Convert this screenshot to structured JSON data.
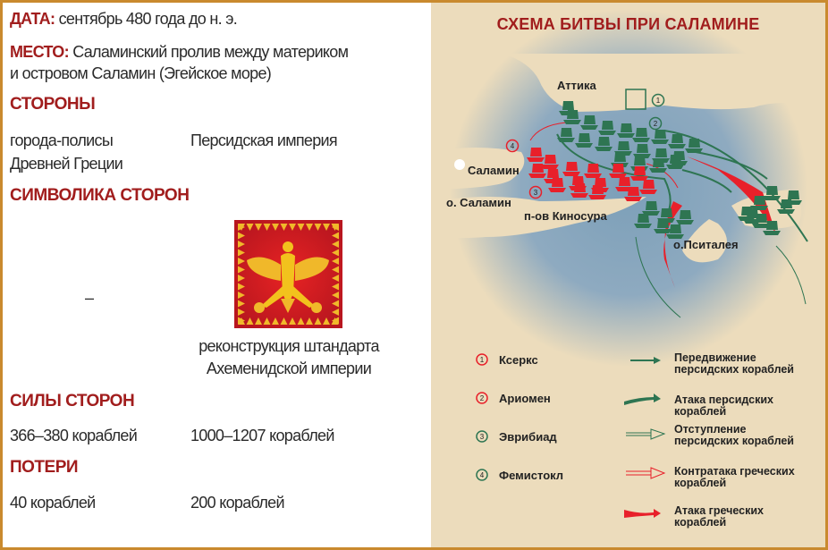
{
  "date": {
    "label": "ДАТА:",
    "value": "сентябрь 480 года до н. э."
  },
  "place": {
    "label": "МЕСТО:",
    "line1": "Саламинский пролив между материком",
    "line2": "и островом Саламин (Эгейское море)"
  },
  "sides": {
    "heading": "СТОРОНЫ",
    "greek_line1": "города-полисы",
    "greek_line2": "Древней Греции",
    "persian": "Персидская империя"
  },
  "symbols": {
    "heading": "СИМВОЛИКА СТОРОН",
    "greek": "–",
    "caption_line1": "реконструкция штандарта",
    "caption_line2": "Ахеменидской империи"
  },
  "forces": {
    "heading": "СИЛЫ СТОРОН",
    "greek": "366–380 кораблей",
    "persian": "1000–1207 кораблей"
  },
  "losses": {
    "heading": "ПОТЕРИ",
    "greek": "40 кораблей",
    "persian": "200 кораблей"
  },
  "map": {
    "title": "СХЕМА БИТВЫ ПРИ САЛАМИНЕ",
    "labels": {
      "attica": "Аттика",
      "salamis_city": "Саламин",
      "salamis_island": "о. Саламин",
      "kynosura": "п-ов Киносура",
      "psyttaleia": "о.Пситалея"
    },
    "markers": [
      "1",
      "2",
      "3",
      "4"
    ],
    "colors": {
      "persian": "#2e7552",
      "greek": "#e8202a",
      "sea": "#7c9fb8",
      "land": "#ecdcbc"
    }
  },
  "legend": {
    "people": [
      {
        "num": "1",
        "name": "Ксеркс",
        "color": "#e8202a"
      },
      {
        "num": "2",
        "name": "Ариомен",
        "color": "#e8202a"
      },
      {
        "num": "3",
        "name": "Эврибиад",
        "color": "#2e7552"
      },
      {
        "num": "4",
        "name": "Фемистокл",
        "color": "#2e7552"
      }
    ],
    "arrows": [
      {
        "line1": "Передвижение",
        "line2": "персидских кораблей"
      },
      {
        "line1": "Атака персидских",
        "line2": "кораблей"
      },
      {
        "line1": "Отступление",
        "line2": "персидских кораблей"
      },
      {
        "line1": "Контратака греческих",
        "line2": "кораблей"
      },
      {
        "line1": "Атака греческих",
        "line2": "кораблей"
      }
    ]
  }
}
